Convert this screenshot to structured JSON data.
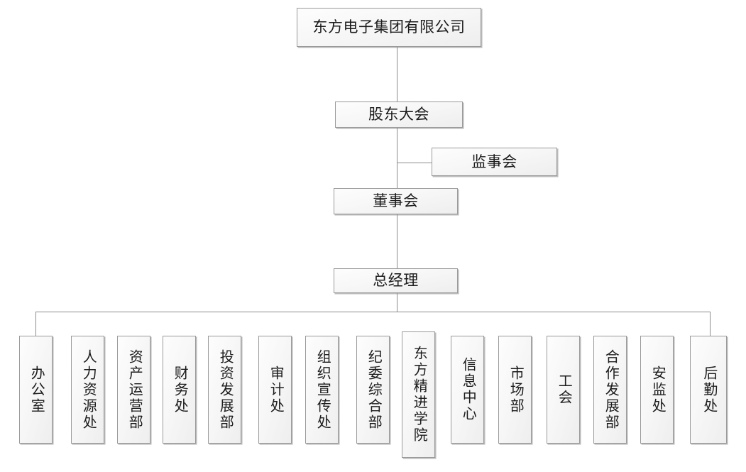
{
  "chart": {
    "title_text": "东方电子集团有限公司",
    "root": {
      "label": "东方电子集团有限公司",
      "name": "node-company-root"
    },
    "levels": [
      {
        "label": "股东大会",
        "name": "node-shareholders-meeting"
      },
      {
        "label": "监事会",
        "name": "node-board-of-supervisors"
      },
      {
        "label": "董事会",
        "name": "node-board-of-directors"
      },
      {
        "label": "总经理",
        "name": "node-general-manager"
      }
    ],
    "departments": [
      {
        "label": "办公室",
        "name": "node-dept-office"
      },
      {
        "label": "人力资源处",
        "name": "node-dept-human-resources"
      },
      {
        "label": "资产运营部",
        "name": "node-dept-asset-operations"
      },
      {
        "label": "财务处",
        "name": "node-dept-finance"
      },
      {
        "label": "投资发展部",
        "name": "node-dept-investment-development"
      },
      {
        "label": "审计处",
        "name": "node-dept-audit"
      },
      {
        "label": "组织宣传处",
        "name": "node-dept-organization-publicity"
      },
      {
        "label": "纪委综合部",
        "name": "node-dept-discipline-inspection"
      },
      {
        "label": "东方精进学院",
        "name": "node-dept-dongfang-academy"
      },
      {
        "label": "信息中心",
        "name": "node-dept-information-center"
      },
      {
        "label": "市场部",
        "name": "node-dept-marketing"
      },
      {
        "label": "工会",
        "name": "node-dept-labor-union"
      },
      {
        "label": "合作发展部",
        "name": "node-dept-cooperation-development"
      },
      {
        "label": "安监处",
        "name": "node-dept-safety-supervision"
      },
      {
        "label": "后勤处",
        "name": "node-dept-logistics"
      }
    ],
    "colors": {
      "box_border": "#9a9a9a",
      "box_fill": "#f7f7f7",
      "connector": "#8c8c8c",
      "text": "#1c1c1c",
      "background": "#ffffff"
    }
  }
}
